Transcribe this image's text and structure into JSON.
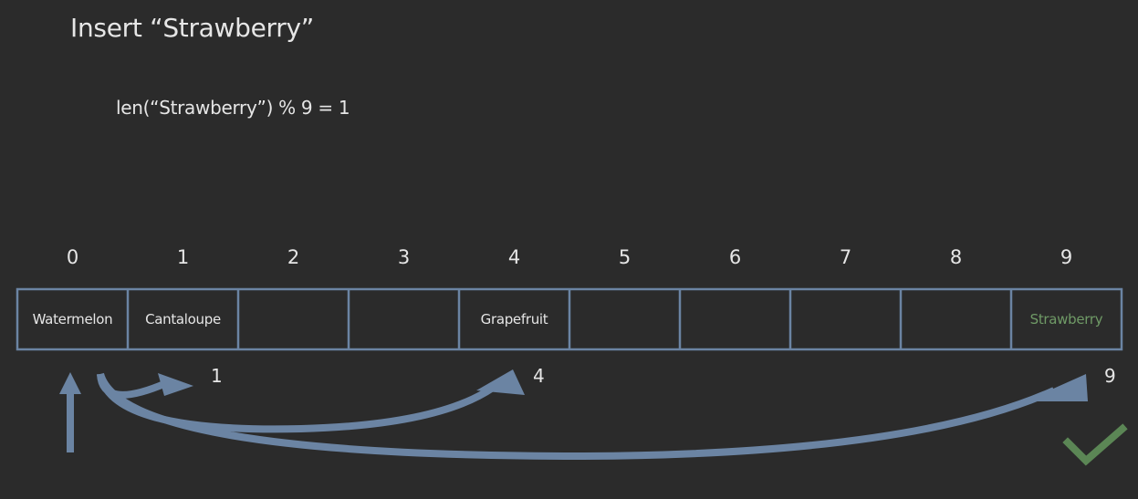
{
  "title": "Insert “Strawberry”",
  "formula": "len(“Strawberry”) % 9 = 1",
  "table": {
    "indices": [
      "0",
      "1",
      "2",
      "3",
      "4",
      "5",
      "6",
      "7",
      "8",
      "9"
    ],
    "cells": [
      "Watermelon",
      "Cantaloupe",
      "",
      "",
      "Grapefruit",
      "",
      "",
      "",
      "",
      "Strawberry"
    ],
    "inserted_index": 9
  },
  "probe_labels": [
    "1",
    "4",
    "9"
  ],
  "colors": {
    "background": "#2b2b2b",
    "grid": "#6b84a3",
    "arrow": "#6b84a3",
    "inserted_text": "#6f9a66",
    "check": "#5b8655"
  },
  "icons": [
    "up-arrow-icon",
    "checkmark-icon"
  ]
}
